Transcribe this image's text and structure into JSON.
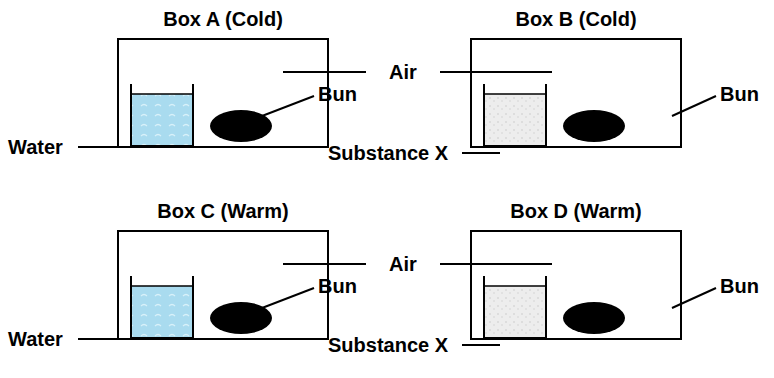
{
  "diagram": {
    "nodes": [
      {
        "text": [
          "Box A (Cold)"
        ]
      },
      {
        "text": [
          "Box B (Cold)"
        ]
      },
      {
        "text": [
          "Box C (Warm)"
        ]
      },
      {
        "text": [
          "Box D (Warm)"
        ]
      }
    ],
    "labels": [
      "Air",
      "Water",
      "Bun",
      "Substance X",
      "Bun",
      "Air",
      "Water",
      "Bun",
      "Substance X",
      "Bun"
    ]
  }
}
